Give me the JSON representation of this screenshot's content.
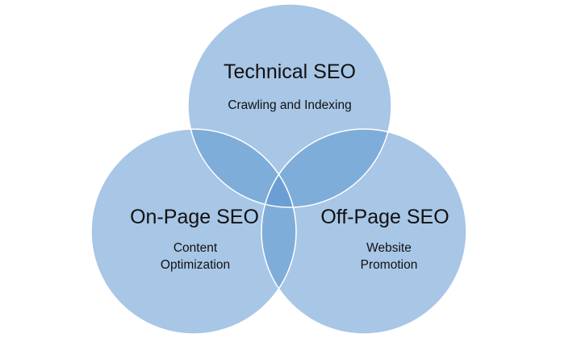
{
  "diagram": {
    "colors": {
      "single": "#a8c6e6",
      "pair_overlap": "#7eadda",
      "center_overlap": "#6b9fd4"
    },
    "circles": [
      {
        "id": "technical",
        "title": "Technical SEO",
        "subtitle_lines": [
          "Crawling and Indexing"
        ]
      },
      {
        "id": "onpage",
        "title": "On-Page SEO",
        "subtitle_lines": [
          "Content",
          "Optimization"
        ]
      },
      {
        "id": "offpage",
        "title": "Off-Page SEO",
        "subtitle_lines": [
          "Website",
          "Promotion"
        ]
      }
    ]
  }
}
